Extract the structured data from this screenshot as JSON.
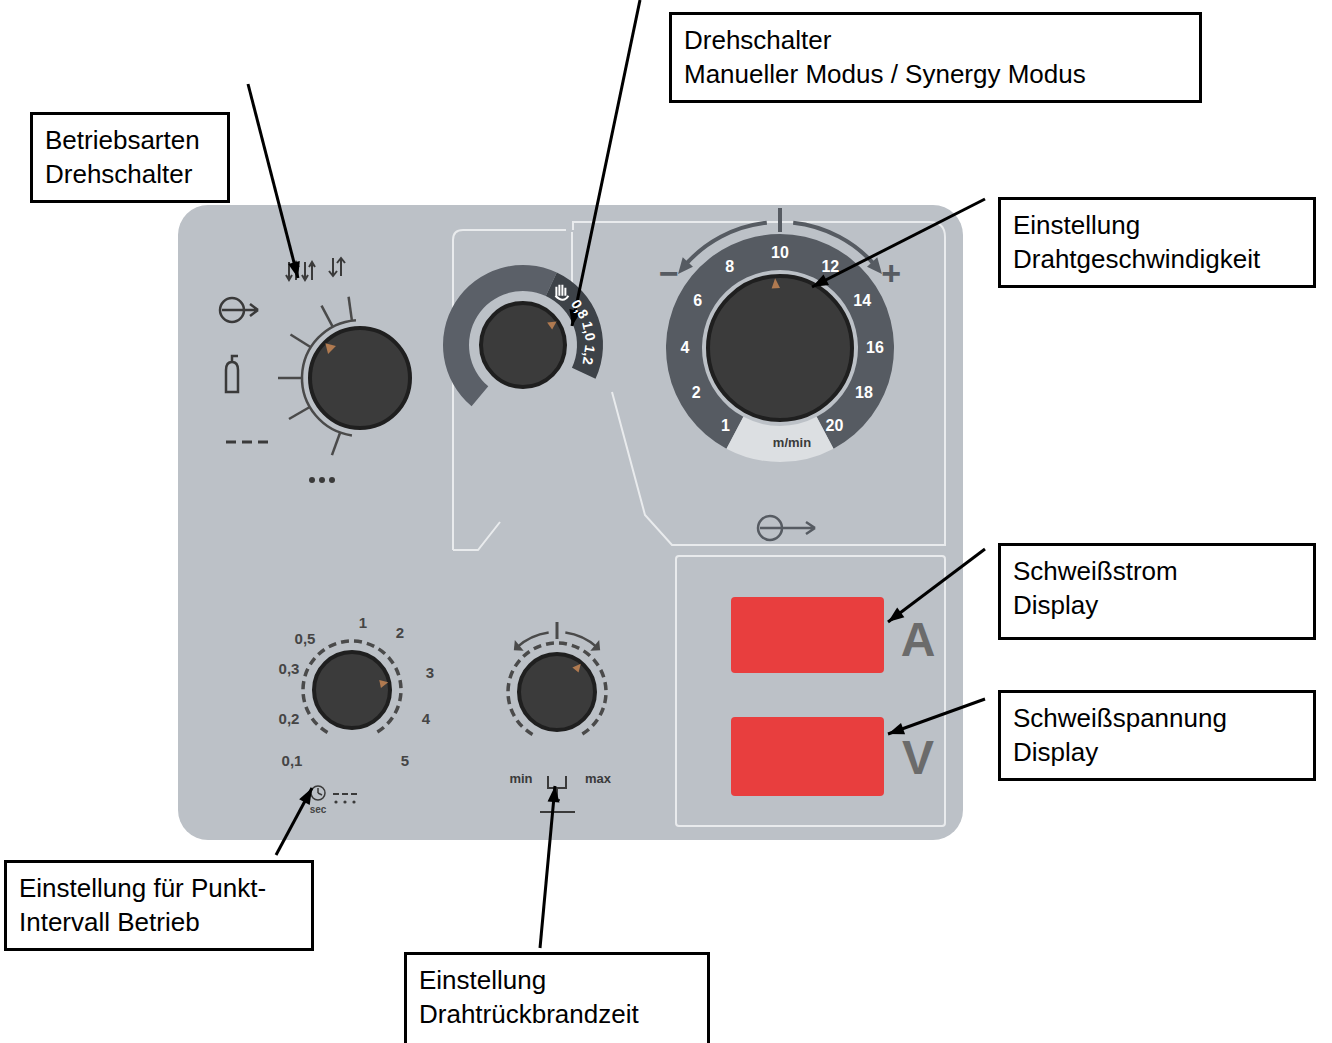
{
  "diagram": {
    "nodes": [
      {
        "text": [
          "Betriebsarten Drehschalter"
        ]
      },
      {
        "text": [
          "Drehschalter",
          "Manueller Modus / Synergy Modus"
        ]
      },
      {
        "text": [
          "Einstellung Drahtgeschwindigkeit"
        ]
      },
      {
        "text": [
          "Schweißstrom Display"
        ]
      },
      {
        "text": [
          "Schweißspannung Display"
        ]
      },
      {
        "text": [
          "Einstellung für Punkt- Intervall Betrieb"
        ]
      },
      {
        "text": [
          "Einstellung Drahtrückbrandzeit"
        ]
      }
    ],
    "labels": [
      "10",
      "8",
      "12",
      "6",
      "14",
      "4",
      "16",
      "2",
      "18",
      "1",
      "20",
      "m/min",
      "−",
      "+",
      "0,8",
      "1,0",
      "1,2",
      "0,5",
      "1",
      "2",
      "0,3",
      "3",
      "0,2",
      "4",
      "0,1",
      "5",
      "sec",
      "min",
      "max",
      "A",
      "V"
    ]
  }
}
